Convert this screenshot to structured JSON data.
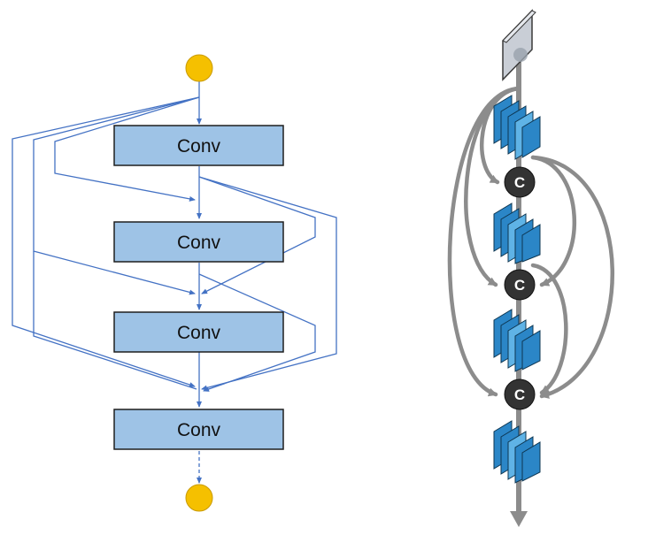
{
  "left_diagram": {
    "conv_labels": [
      "Conv",
      "Conv",
      "Conv",
      "Conv"
    ],
    "node_color": "#f5c000",
    "block_fill": "#9ec3e6",
    "block_stroke": "#1f1f1f",
    "edge_color": "#4472c4"
  },
  "right_diagram": {
    "concat_labels": [
      "C",
      "C",
      "C"
    ],
    "input_icon": "input-image-icon",
    "feature_map_icon": "feature-map-stack-icon",
    "concat_node_color": "#333333",
    "arrow_color": "#8c8c8c",
    "feature_color": "#2b86c7"
  }
}
